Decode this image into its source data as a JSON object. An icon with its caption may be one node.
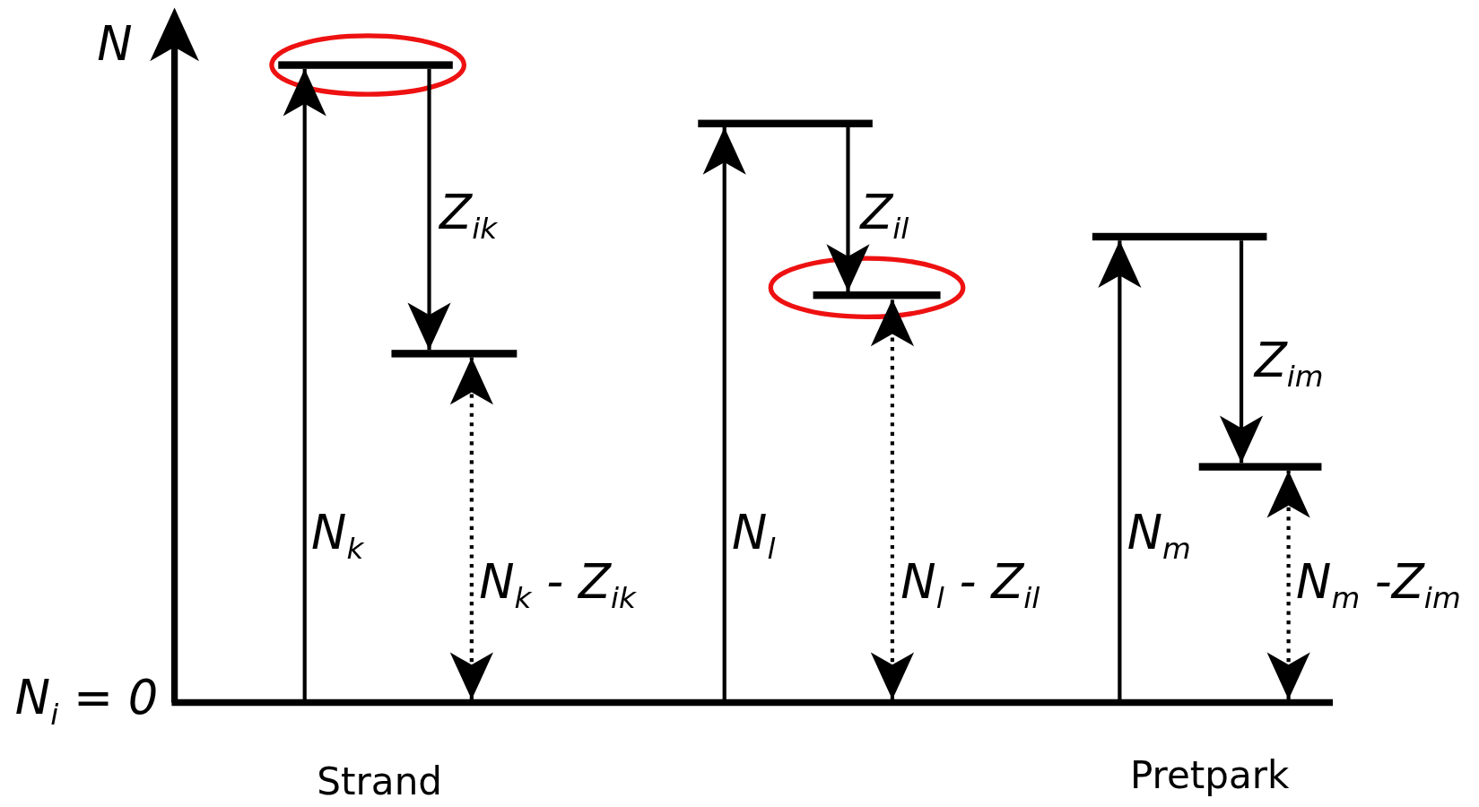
{
  "diagram": {
    "nodes": [
      {
        "text": [],
        "shape": "bar"
      },
      {
        "text": [],
        "shape": "bar"
      },
      {
        "text": [],
        "shape": "bar"
      },
      {
        "text": [],
        "shape": "bar"
      },
      {
        "text": [],
        "shape": "bar"
      },
      {
        "text": [],
        "shape": "bar"
      }
    ],
    "edges": [
      {
        "from": null,
        "to": 0,
        "arrow": "to",
        "label": "N$_{k}$"
      },
      {
        "from": 0,
        "to": 1,
        "arrow": "to",
        "label": "Z$_{ik}$"
      },
      {
        "from": null,
        "to": 1,
        "arrow": "both",
        "style": "dashed",
        "label": "N$_{k}$ - Z$_{ik}$"
      },
      {
        "from": null,
        "to": 2,
        "arrow": "to",
        "label": "N$_{l}$"
      },
      {
        "from": 2,
        "to": 3,
        "arrow": "to",
        "label": "Z$_{il}$"
      },
      {
        "from": null,
        "to": 3,
        "arrow": "both",
        "style": "dashed",
        "label": "N$_{l}$ - Z$_{il}$"
      },
      {
        "from": null,
        "to": 4,
        "arrow": "to",
        "label": "N$_{m}$"
      },
      {
        "from": 4,
        "to": 5,
        "arrow": "to",
        "label": "Z$_{im}$"
      },
      {
        "from": null,
        "to": 5,
        "arrow": "both",
        "style": "dashed",
        "label": "N$_{m}$ -Z$_{im}$"
      }
    ],
    "labels": [
      "N",
      "N$_{i}$ = 0",
      "Strand",
      "Pretpark"
    ]
  }
}
